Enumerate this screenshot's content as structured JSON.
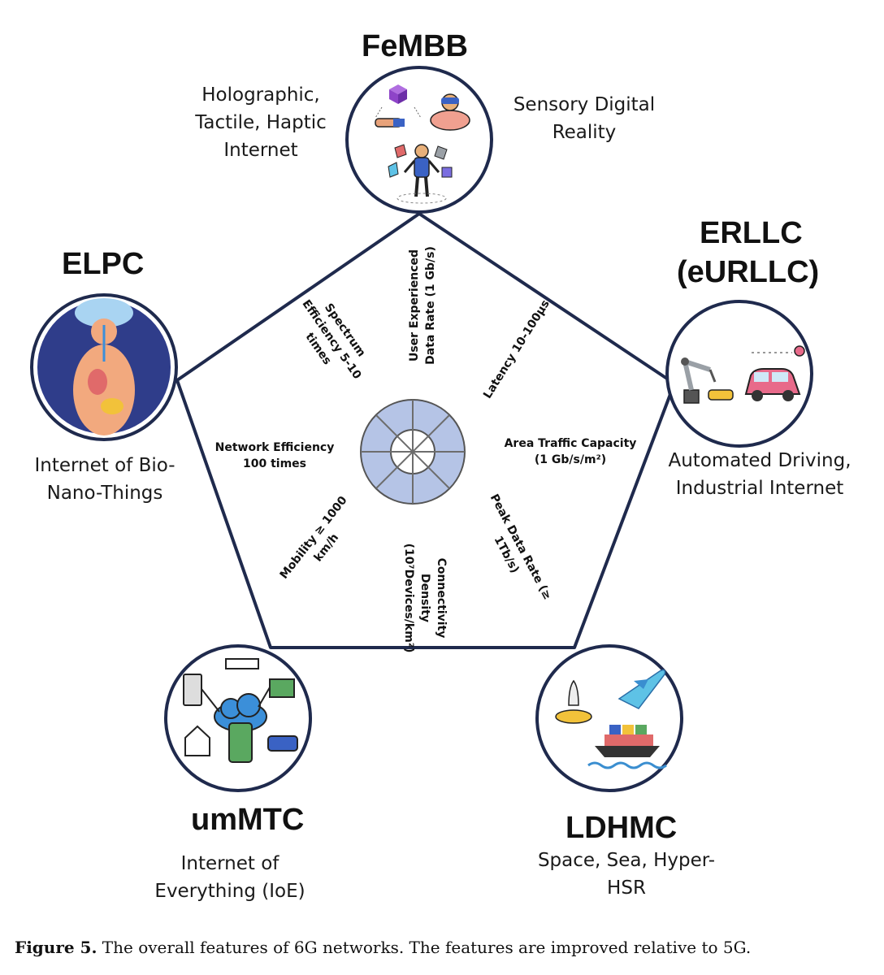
{
  "nodes": {
    "femmb": {
      "title": "FeMBB",
      "desc_left": [
        "Holographic,",
        "Tactile, Haptic",
        "Internet"
      ],
      "desc_right": [
        "Sensory Digital",
        "Reality"
      ]
    },
    "erllc": {
      "title_line1": "ERLLC",
      "title_line2": "(eURLLC)",
      "desc": [
        "Automated Driving,",
        "Industrial Internet"
      ]
    },
    "ldhmc": {
      "title": "LDHMC",
      "desc": [
        "Space, Sea, Hyper-",
        "HSR"
      ]
    },
    "ummtc": {
      "title": "umMTC",
      "desc": [
        "Internet of",
        "Everything (IoE)"
      ]
    },
    "elpc": {
      "title": "ELPC",
      "desc": [
        "Internet of Bio-",
        "Nano-Things"
      ]
    }
  },
  "kpis": {
    "user_rate": [
      "User Experienced",
      "Data Rate (1 Gb/s)"
    ],
    "latency": [
      "Latency 10-100μs"
    ],
    "area_traffic": [
      "Area Traffic Capacity",
      "(1 Gb/s/m²)"
    ],
    "peak_rate": [
      "Peak Data Rate (≥",
      "1Tb/s)"
    ],
    "connectivity": [
      "Connectivity",
      "Density",
      "(10⁷Devices/km²)"
    ],
    "mobility": [
      "Mobility ≥ 1000",
      "km/h"
    ],
    "network_eff": [
      "Network Efficiency",
      "100 times"
    ],
    "spectrum": [
      "Spectrum",
      "Efficiency 5-10",
      "times"
    ]
  },
  "caption": {
    "label": "Figure 5.",
    "text": " The overall features of 6G networks. The features are improved relative to 5G."
  },
  "colors": {
    "outline": "#1f2a4d",
    "wheel_fill": "#b5c4e6",
    "wheel_line": "#6d6d6d",
    "cloud": "#3b8fd9",
    "car": "#e86a8a"
  }
}
